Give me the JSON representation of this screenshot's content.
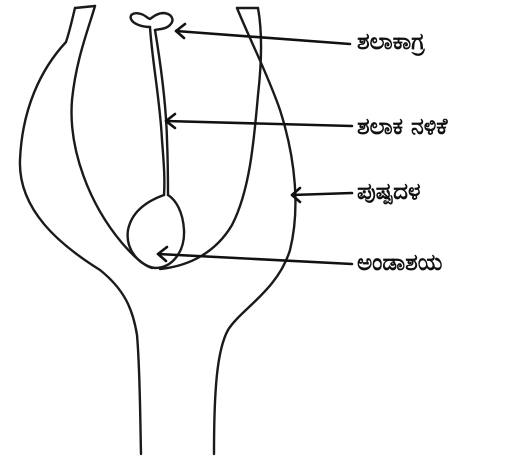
{
  "labels": {
    "stigma": "ಶಲಾಕಾಗ್ರ",
    "style": "ಶಲಾಕ ನಳಿಕೆ",
    "petal": "ಪುಷ್ಪದಳ",
    "ovary": "ಅಂಡಾಶಯ"
  },
  "colors": {
    "ink": "#111111",
    "background": "#ffffff"
  }
}
